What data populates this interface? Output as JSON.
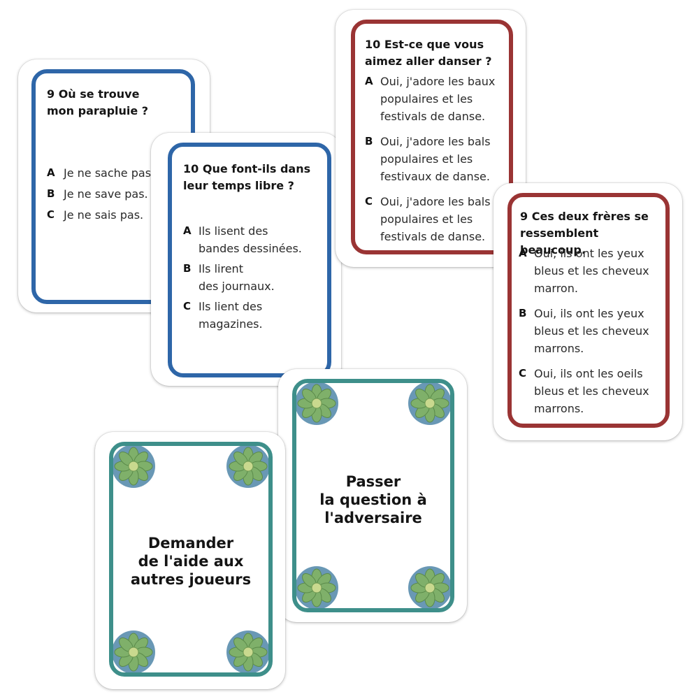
{
  "card1": {
    "title": "9 Où se trouve\nmon parapluie ?",
    "options": [
      {
        "letter": "A",
        "text": "Je ne sache pas."
      },
      {
        "letter": "B",
        "text": "Je ne save pas."
      },
      {
        "letter": "C",
        "text": "Je ne sais pas."
      }
    ]
  },
  "card2": {
    "title": "10 Que font-ils dans\nleur temps libre ?",
    "options": [
      {
        "letter": "A",
        "text": "Ils lisent des\nbandes dessinées."
      },
      {
        "letter": "B",
        "text": "Ils lirent\ndes journaux."
      },
      {
        "letter": "C",
        "text": "Ils lient des\nmagazines."
      }
    ]
  },
  "card3": {
    "title": "10 Est-ce que vous\naimez aller danser ?",
    "options": [
      {
        "letter": "A",
        "text": "Oui, j'adore les baux\npopulaires et les\nfestivals de danse."
      },
      {
        "letter": "B",
        "text": "Oui, j'adore les bals\npopulaires et les\nfestivaux de danse."
      },
      {
        "letter": "C",
        "text": "Oui, j'adore les bals\npopulaires et les\nfestivals de danse."
      }
    ]
  },
  "card4": {
    "title": "9 Ces deux frères se\nressemblent beaucoup.",
    "options": [
      {
        "letter": "A",
        "text": "Oui, ils ont les yeux\nbleus et les cheveux\nmarron."
      },
      {
        "letter": "B",
        "text": "Oui, ils ont les yeux\nbleus et les cheveux\nmarrons."
      },
      {
        "letter": "C",
        "text": "Oui, ils ont les oeils\nbleus et les cheveux\nmarrons."
      }
    ]
  },
  "card5": {
    "label": "Demander\nde l'aide aux\nautres joueurs",
    "icon": "flower-icon"
  },
  "card6": {
    "label": "Passer\nla question à\nl'adversaire",
    "icon": "flower-icon"
  },
  "colors": {
    "blue_border": "#2e66a8",
    "red_border": "#9a3434",
    "teal_border": "#3e8f8a",
    "flower_petal": "#7fb06a",
    "flower_bg": "#4f86a8"
  }
}
